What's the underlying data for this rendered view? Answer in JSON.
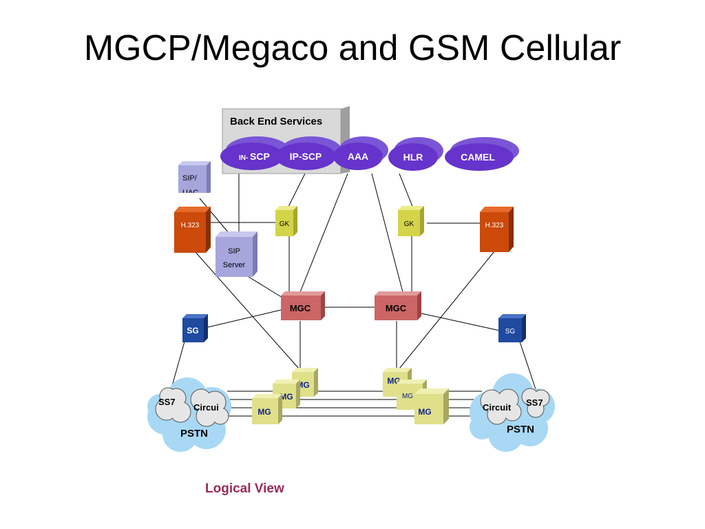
{
  "slide": {
    "title": "MGCP/Megaco and GSM Cellular",
    "caption": "Logical View"
  },
  "backend": {
    "title": "Back End Services",
    "services": [
      {
        "prefix": "IN-",
        "label": "SCP"
      },
      {
        "prefix": "",
        "label": "IP-SCP"
      },
      {
        "prefix": "",
        "label": "AAA"
      },
      {
        "prefix": "",
        "label": "HLR"
      },
      {
        "prefix": "",
        "label": "CAMEL"
      }
    ]
  },
  "nodes": {
    "sip_uac": {
      "line1": "SIP/",
      "line2": "UAC"
    },
    "sip_server": {
      "line1": "SIP",
      "line2": "Server"
    },
    "h323_left": "H.323",
    "h323_right": "H.323",
    "gk_left": "GK",
    "gk_right": "GK",
    "mgc_left": "MGC",
    "mgc_right": "MGC",
    "sg_left": "SG",
    "sg_right": "SG",
    "mg": "MG"
  },
  "clouds": {
    "left": {
      "ss7": "SS7",
      "circuit": "Circui",
      "network": "PSTN"
    },
    "right": {
      "ss7": "SS7",
      "circuit": "Circuit",
      "network": "PSTN"
    }
  },
  "colors": {
    "service_purple": "#6633cc",
    "mgc_red": "#cc6666",
    "gk_yellow": "#d4d44a",
    "h323_orange": "#cc4a0a",
    "sg_blue": "#1f4aa0",
    "sip_lavender": "#a6a6dd",
    "mg_yellow": "#e0e08a",
    "pstn_cloud": "#a8d8f4",
    "caption_maroon": "#9b2a5a"
  }
}
